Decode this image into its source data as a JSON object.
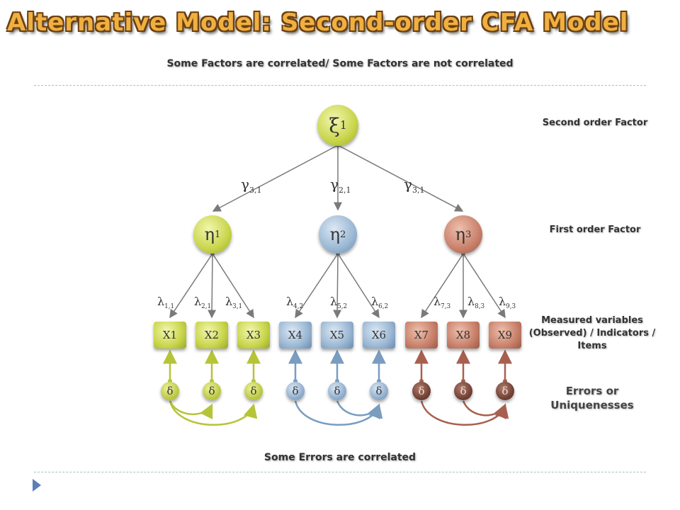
{
  "title": "Alternative Model: Second-order CFA Model",
  "subtitle": "Some Factors are correlated/ Some Factors are not correlated",
  "footer_note": "Some Errors are correlated",
  "side_labels": {
    "second_order": "Second order Factor",
    "first_order": "First order Factor",
    "measured_1": "Measured variables",
    "measured_2": "(Observed) / Indicators /",
    "measured_3": "Items",
    "errors_1": "Errors or",
    "errors_2": "Uniquenesses"
  },
  "second_order_factor": {
    "symbol": "ξ",
    "sub": "1"
  },
  "first_order_factors": [
    {
      "symbol": "η",
      "sub": "1",
      "color": "#c8d54a"
    },
    {
      "symbol": "η",
      "sub": "2",
      "color": "#9ab7d3"
    },
    {
      "symbol": "η",
      "sub": "3",
      "color": "#c8806a"
    }
  ],
  "gammas": [
    {
      "symbol": "γ",
      "sub": "3,1"
    },
    {
      "symbol": "γ",
      "sub": "2,1"
    },
    {
      "symbol": "γ",
      "sub": "3,1"
    }
  ],
  "lambdas": [
    {
      "symbol": "λ",
      "sub": "1,1"
    },
    {
      "symbol": "λ",
      "sub": "2,1"
    },
    {
      "symbol": "λ",
      "sub": "3,1"
    },
    {
      "symbol": "λ",
      "sub": "4,2"
    },
    {
      "symbol": "λ",
      "sub": "5,2"
    },
    {
      "symbol": "λ",
      "sub": "6,2"
    },
    {
      "symbol": "λ",
      "sub": "7,3"
    },
    {
      "symbol": "λ",
      "sub": "8,3"
    },
    {
      "symbol": "λ",
      "sub": "9,3"
    }
  ],
  "indicators": [
    "X1",
    "X2",
    "X3",
    "X4",
    "X5",
    "X6",
    "X7",
    "X8",
    "X9"
  ],
  "errors": [
    "δ",
    "δ",
    "δ",
    "δ",
    "δ",
    "δ",
    "δ",
    "δ",
    "δ"
  ],
  "colors": {
    "yellow": "#c8d54a",
    "blue": "#7a9cc0",
    "red": "#a8604e",
    "title": "#f0b040",
    "line": "#7a7a7a"
  }
}
